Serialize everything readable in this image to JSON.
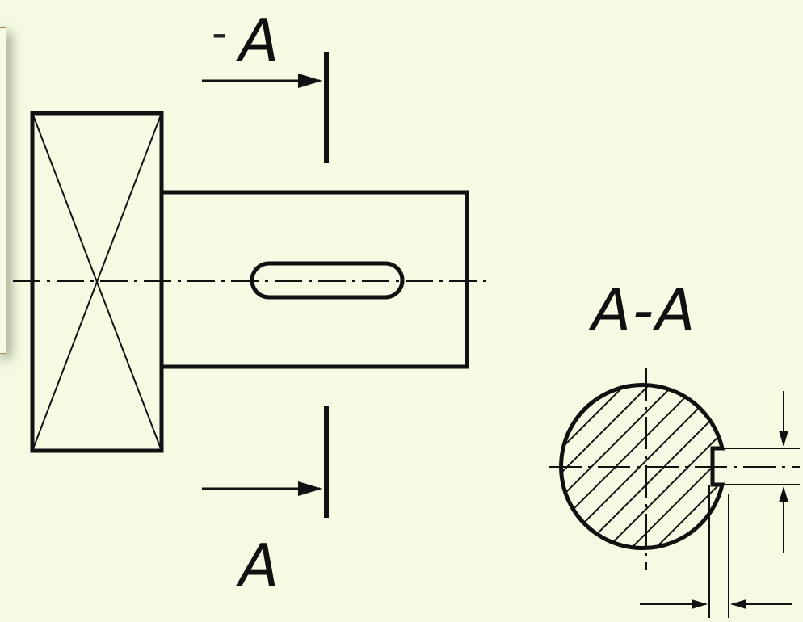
{
  "labels": {
    "cut_top_dash": "-",
    "cut_top": "A",
    "cut_bottom": "A",
    "section_view": "A-A"
  },
  "colors": {
    "background": "#f4fbe2",
    "line": "#111111",
    "panel_border": "#9a8a55"
  }
}
